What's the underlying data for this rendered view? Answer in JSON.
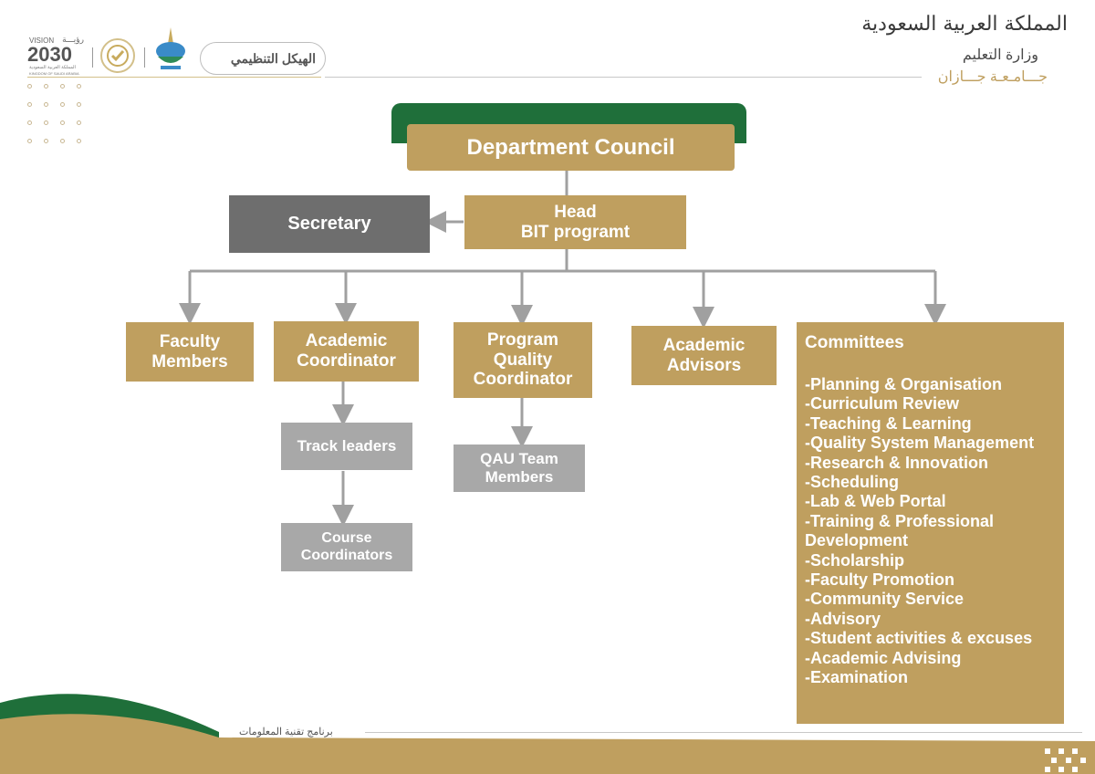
{
  "header": {
    "ministry_script": "المملكة العربية السعودية",
    "ministry": "وزارة التعليم",
    "university": "جـــامـعـة جـــازان",
    "section_title": "الهيكل التنظيمي",
    "vision_label": "VISION",
    "vision_ar": "رؤيـــة",
    "vision_year": "2030",
    "vision_sub1": "المملكة العربية السعودية",
    "vision_sub2": "KINGDOM OF SAUDI ARABIA"
  },
  "footer": {
    "program_name": "برنامج تقنية المعلومات"
  },
  "org": {
    "council": "Department Council",
    "head_line1": "Head",
    "head_line2": "BIT programt",
    "secretary": "Secretary",
    "faculty": "Faculty\nMembers",
    "academic_coordinator": "Academic\nCoordinator",
    "program_quality": "Program\nQuality\nCoordinator",
    "academic_advisors": "Academic\nAdvisors",
    "track_leaders": "Track leaders",
    "course_coordinators": "Course\nCoordinators",
    "qau_team": "QAU Team\nMembers",
    "committees": {
      "title": "Committees",
      "items": [
        "-Planning &  Organisation",
        "-Curriculum Review",
        "-Teaching & Learning",
        "-Quality System Management",
        "-Research & Innovation",
        "-Scheduling",
        "-Lab & Web Portal",
        "-Training & Professional Development",
        "-Scholarship",
        "-Faculty Promotion",
        "-Community Service",
        "-Advisory",
        "-Student activities & excuses",
        "-Academic Advising",
        "-Examination"
      ]
    }
  },
  "colors": {
    "gold": "#bf9f5f",
    "green": "#1f6f3a",
    "dark_gray": "#6e6e6e",
    "light_gray": "#a8a8a8"
  }
}
